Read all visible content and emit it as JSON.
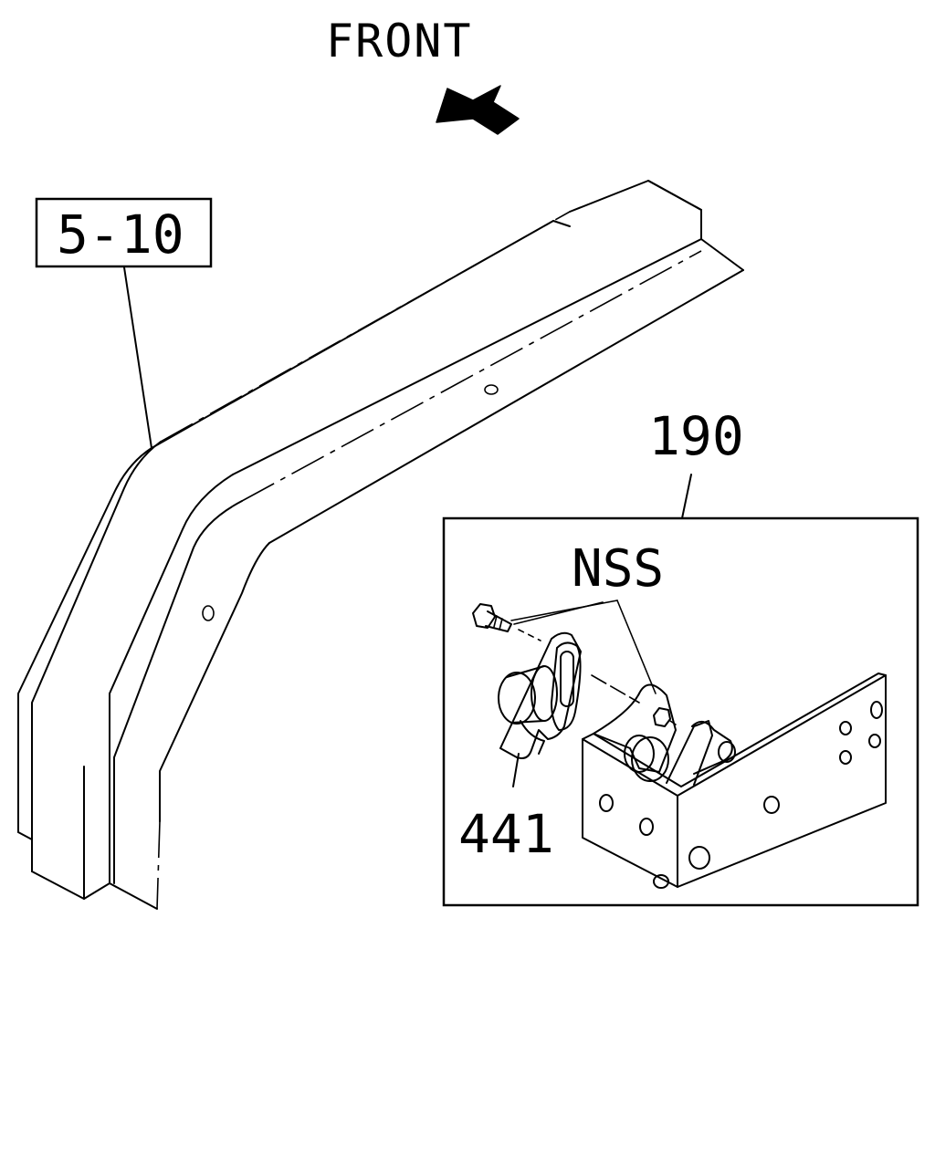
{
  "direction_label": "FRONT",
  "callouts": {
    "frame_ref": "5-10",
    "assembly": "190",
    "not_serviced": "NSS",
    "part": "441"
  },
  "colors": {
    "ink": "#000000",
    "background": "#ffffff"
  }
}
